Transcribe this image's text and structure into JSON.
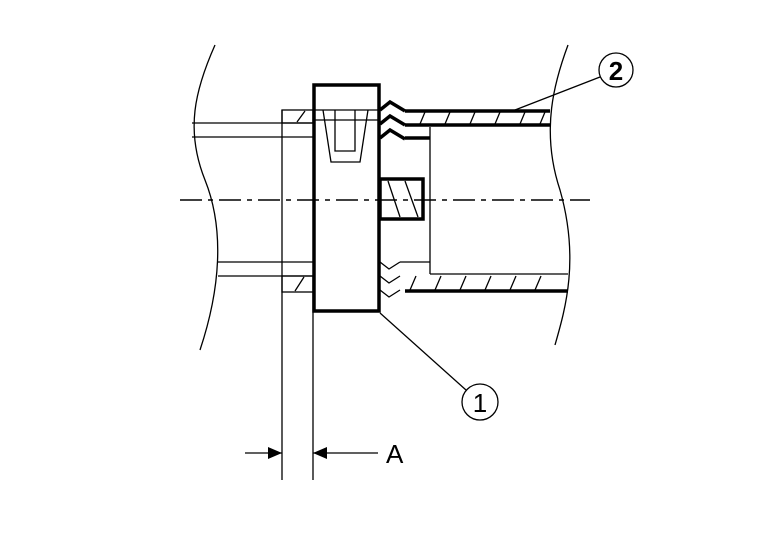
{
  "diagram": {
    "callouts": [
      {
        "id": "1",
        "label": "1"
      },
      {
        "id": "2",
        "label": "2"
      }
    ],
    "dimension_label": "A",
    "line_color": "#000000",
    "background": "#ffffff"
  }
}
